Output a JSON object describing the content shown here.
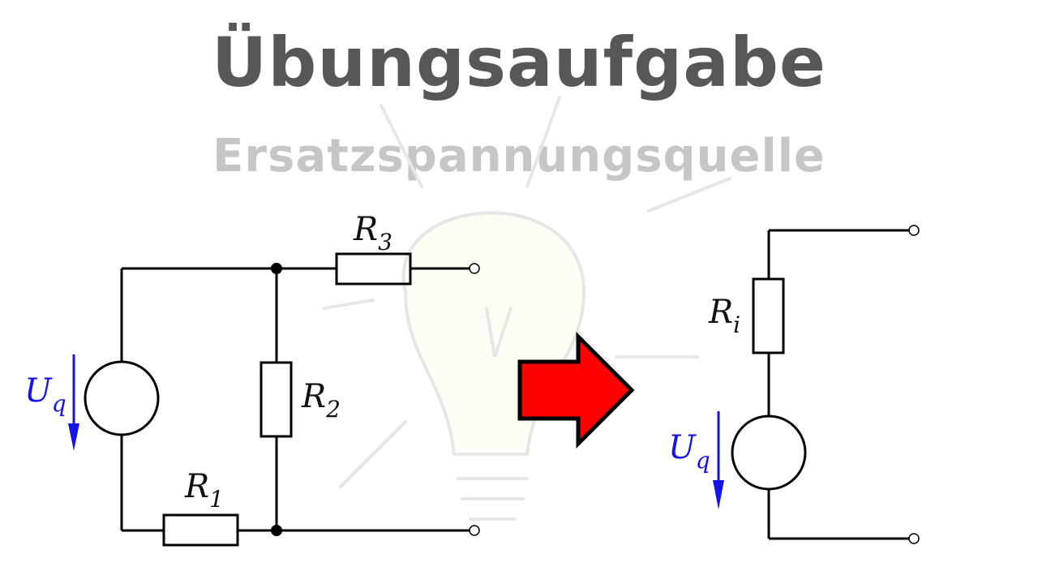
{
  "title": "Übungsaufgabe",
  "subtitle": "Ersatzspannungsquelle",
  "colors": {
    "wire": "#000000",
    "source_arrow": "#1414e6",
    "transform_arrow": "#ff0000",
    "title": "#575757",
    "subtitle": "#c6c6c6"
  },
  "left_circuit": {
    "source": {
      "main": "U",
      "sub": "q"
    },
    "resistors": [
      {
        "id": "r1",
        "main": "R",
        "sub": "1"
      },
      {
        "id": "r2",
        "main": "R",
        "sub": "2"
      },
      {
        "id": "r3",
        "main": "R",
        "sub": "3"
      }
    ]
  },
  "right_circuit": {
    "source": {
      "main": "U",
      "sub": "q"
    },
    "resistor": {
      "main": "R",
      "sub": "i"
    }
  },
  "arrow_icon": "right-arrow-icon"
}
